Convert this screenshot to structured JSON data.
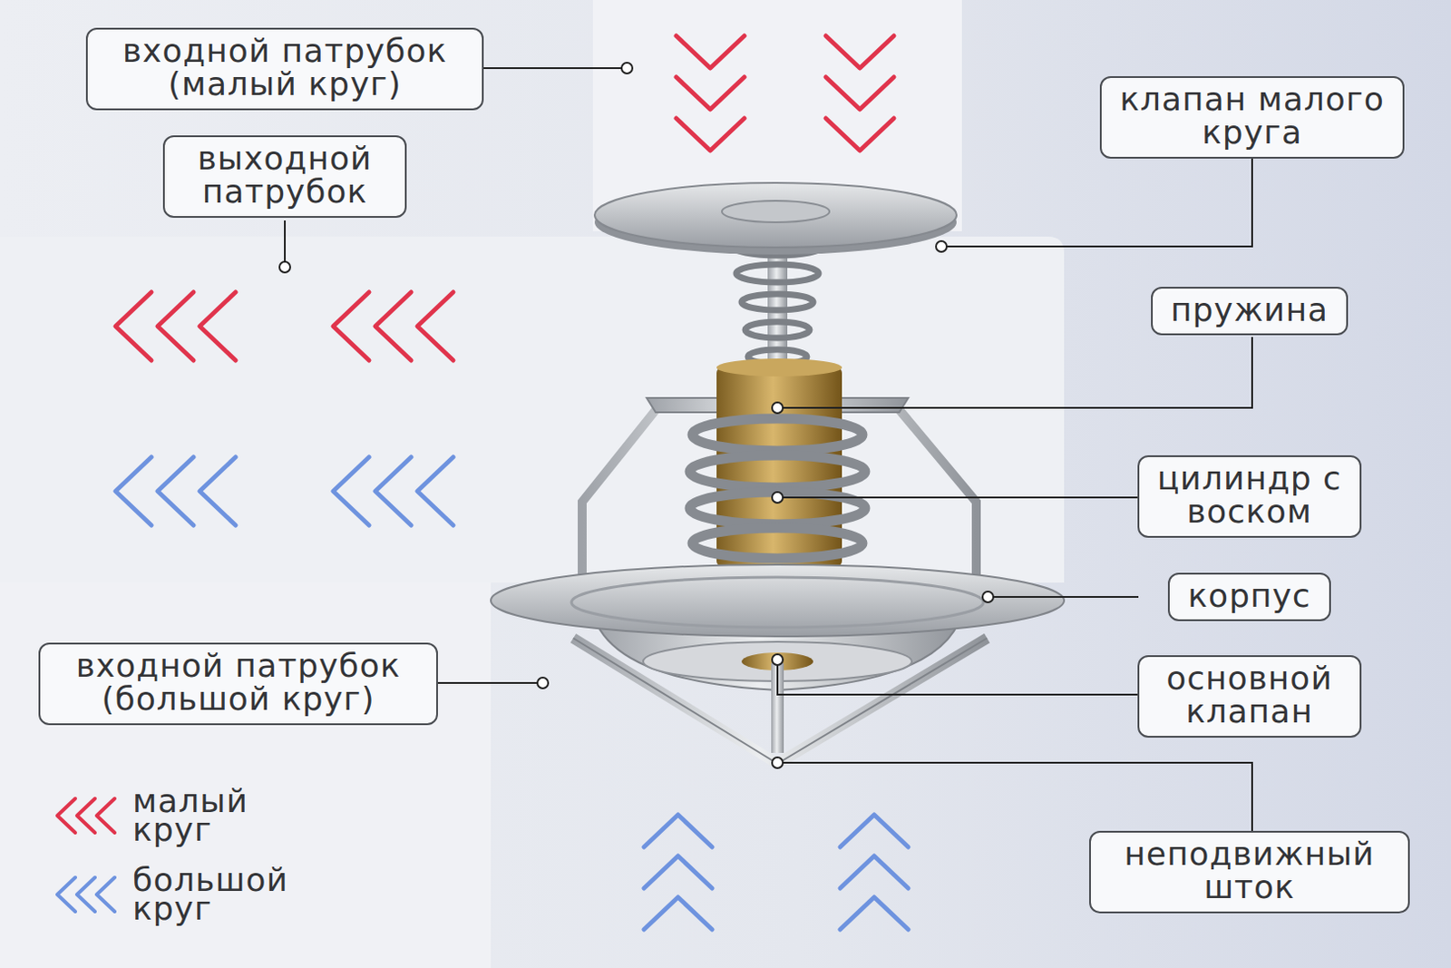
{
  "diagram": {
    "nodes": [
      {
        "text": [
          "входной патрубок (малый круг)"
        ]
      },
      {
        "text": [
          "клапан малого круга"
        ]
      },
      {
        "text": [
          "выходной патрубок"
        ]
      },
      {
        "text": [
          "пружина"
        ]
      },
      {
        "text": [
          "цилиндр с воском"
        ]
      },
      {
        "text": [
          "корпус"
        ]
      },
      {
        "text": [
          "входной патрубок (большой круг)"
        ]
      },
      {
        "text": [
          "основной клапан"
        ]
      },
      {
        "text": [
          "неподвижный шток"
        ]
      }
    ],
    "legend": [
      {
        "text": "малый круг",
        "color": "#e0344c"
      },
      {
        "text": "большой круг",
        "color": "#6e93df"
      }
    ]
  }
}
